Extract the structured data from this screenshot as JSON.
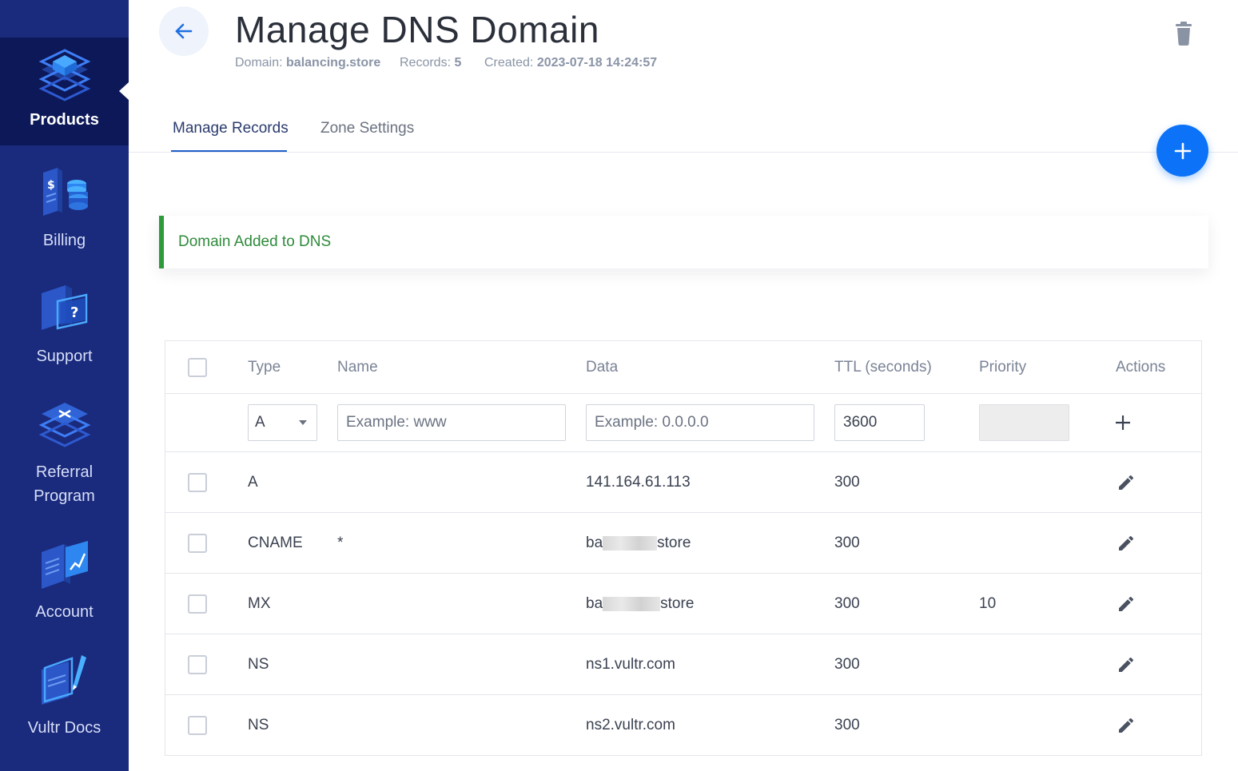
{
  "sidebar": {
    "items": [
      {
        "label": "Products",
        "icon": "products-icon",
        "active": true
      },
      {
        "label": "Billing",
        "icon": "billing-icon",
        "active": false
      },
      {
        "label": "Support",
        "icon": "support-icon",
        "active": false
      },
      {
        "label_line1": "Referral",
        "label_line2": "Program",
        "icon": "referral-icon",
        "active": false
      },
      {
        "label": "Account",
        "icon": "account-icon",
        "active": false
      },
      {
        "label": "Vultr Docs",
        "icon": "docs-icon",
        "active": false
      }
    ]
  },
  "header": {
    "title": "Manage DNS Domain",
    "domain_label": "Domain:",
    "domain_value": "balancing.store",
    "records_label": "Records:",
    "records_value": "5",
    "created_label": "Created:",
    "created_value": "2023-07-18 14:24:57"
  },
  "tabs": [
    {
      "label": "Manage Records",
      "active": true
    },
    {
      "label": "Zone Settings",
      "active": false
    }
  ],
  "alert": {
    "text": "Domain Added to DNS"
  },
  "table": {
    "headers": {
      "type": "Type",
      "name": "Name",
      "data": "Data",
      "ttl": "TTL (seconds)",
      "priority": "Priority",
      "actions": "Actions"
    },
    "new_record": {
      "type_value": "A",
      "name_placeholder": "Example: www",
      "data_placeholder": "Example: 0.0.0.0",
      "ttl_value": "3600"
    },
    "rows": [
      {
        "type": "A",
        "name": "",
        "data": "141.164.61.113",
        "ttl": "300",
        "priority": ""
      },
      {
        "type": "CNAME",
        "name": "*",
        "data_prefix": "ba",
        "data_suffix": "store",
        "ttl": "300",
        "priority": ""
      },
      {
        "type": "MX",
        "name": "",
        "data_prefix": "ba",
        "data_suffix": "store",
        "ttl": "300",
        "priority": "10"
      },
      {
        "type": "NS",
        "name": "",
        "data": "ns1.vultr.com",
        "ttl": "300",
        "priority": ""
      },
      {
        "type": "NS",
        "name": "",
        "data": "ns2.vultr.com",
        "ttl": "300",
        "priority": ""
      }
    ]
  },
  "colors": {
    "sidebar_bg": "#1a2a7c",
    "sidebar_active_bg": "#0d1858",
    "accent_blue": "#0c72f7",
    "alert_green": "#2e9a3a"
  }
}
